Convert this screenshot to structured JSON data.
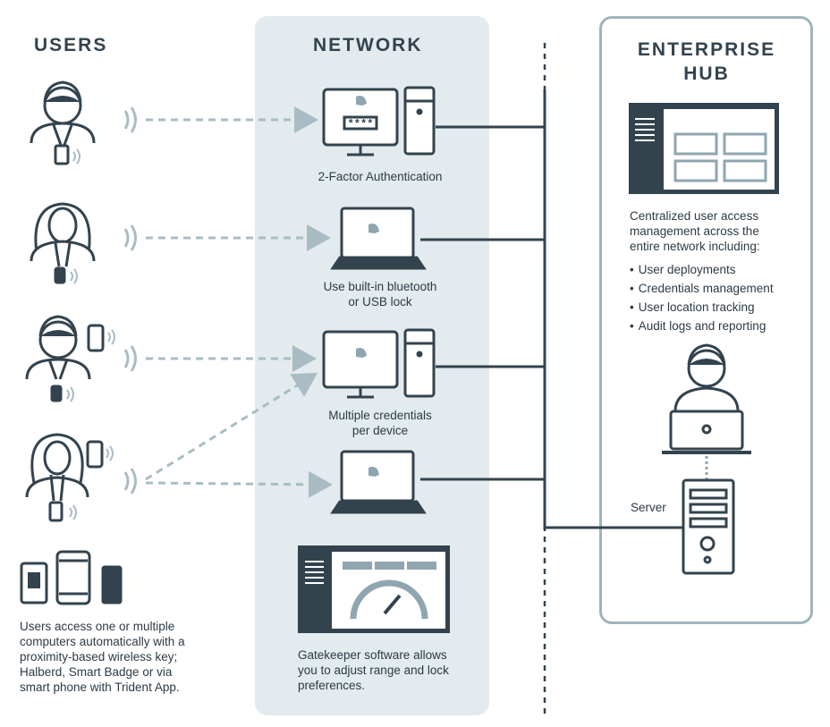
{
  "headings": {
    "users": "USERS",
    "network": "NETWORK",
    "enterprise_line1": "ENTERPRISE",
    "enterprise_line2": "HUB"
  },
  "devices": {
    "d1": {
      "label_line1": "2-Factor Authentication"
    },
    "d2": {
      "label_line1": "Use built-in bluetooth",
      "label_line2": "or USB lock"
    },
    "d3": {
      "label_line1": "Multiple credentials",
      "label_line2": "per device"
    },
    "gatekeeper": {
      "line1": "Gatekeeper software allows",
      "line2": "you to adjust range and lock",
      "line3": "preferences."
    },
    "passcode": "****"
  },
  "users_caption": {
    "line1": "Users access one or multiple",
    "line2": "computers automatically with a",
    "line3": "proximity-based wireless key;",
    "line4": "Halberd, Smart Badge or via",
    "line5": "smart phone with Trident App."
  },
  "hub": {
    "desc_line1": "Centralized user access",
    "desc_line2": "management across the",
    "desc_line3": "entire network including:",
    "features": [
      "User deployments",
      "Credentials management",
      "User location tracking",
      "Audit logs and reporting"
    ],
    "server_label": "Server"
  },
  "colors": {
    "dark": "#33434e",
    "dash": "#a9bcc4",
    "panel": "#e3ebee",
    "hub_border": "#9fb4bd"
  }
}
